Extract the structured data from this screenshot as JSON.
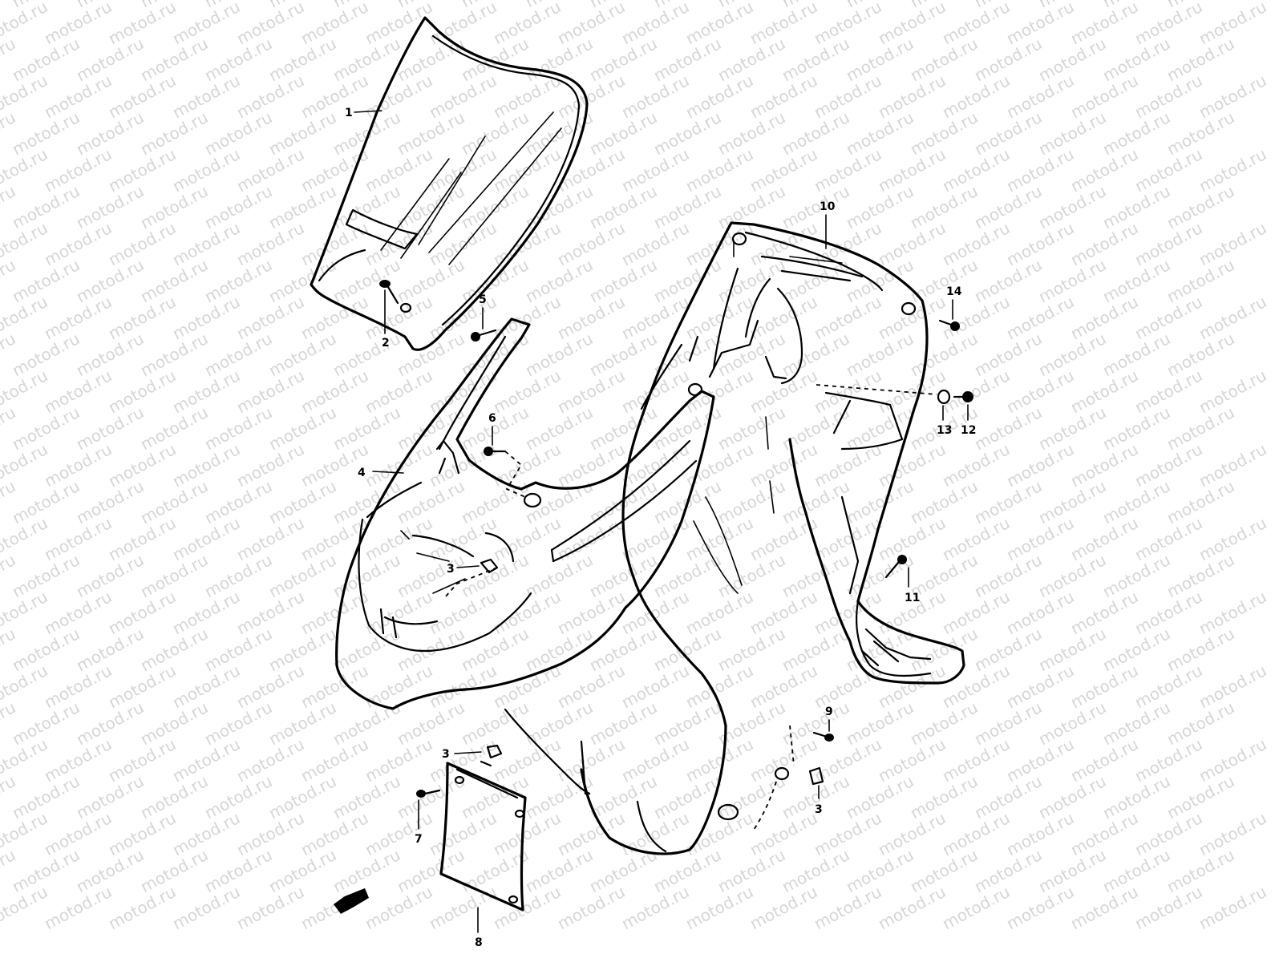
{
  "watermark": "motod.ru",
  "parts": [
    {
      "id": "part-1",
      "number": "1"
    },
    {
      "id": "part-2",
      "number": "2"
    },
    {
      "id": "part-3a",
      "number": "3"
    },
    {
      "id": "part-3b",
      "number": "3"
    },
    {
      "id": "part-3c",
      "number": "3"
    },
    {
      "id": "part-4",
      "number": "4"
    },
    {
      "id": "part-5",
      "number": "5"
    },
    {
      "id": "part-6",
      "number": "6"
    },
    {
      "id": "part-7",
      "number": "7"
    },
    {
      "id": "part-8",
      "number": "8"
    },
    {
      "id": "part-9",
      "number": "9"
    },
    {
      "id": "part-10",
      "number": "10"
    },
    {
      "id": "part-11",
      "number": "11"
    },
    {
      "id": "part-12",
      "number": "12"
    },
    {
      "id": "part-13",
      "number": "13"
    },
    {
      "id": "part-14",
      "number": "14"
    }
  ]
}
